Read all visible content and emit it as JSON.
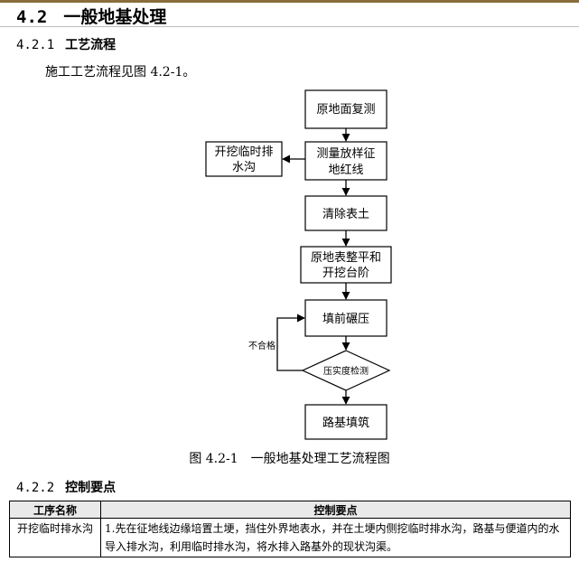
{
  "section": {
    "number": "4.2",
    "title": "一般地基处理"
  },
  "subsection1": {
    "number": "4.2.1",
    "title": "工艺流程"
  },
  "intro_text": "施工工艺流程见图 4.2-1。",
  "flowchart": {
    "steps": [
      "原地面复测",
      "测量放样征地红线",
      "清除表土",
      "原地表整平和开挖台阶",
      "填前碾压",
      "压实度检测",
      "路基填筑"
    ],
    "side_step": "开挖临时排水沟",
    "fail_label": "不合格"
  },
  "figure_caption": "图 4.2-1　一般地基处理工艺流程图",
  "subsection2": {
    "number": "4.2.2",
    "title": "控制要点"
  },
  "table": {
    "headers": [
      "工序名称",
      "控制要点"
    ],
    "rows": [
      {
        "name": "开挖临时排水沟",
        "content": "1.先在征地线边缘培置土埂，挡住外界地表水，并在土埂内侧挖临时排水沟，路基与便道内的水导入排水沟，利用临时排水沟，将水排入路基外的现状沟渠。"
      }
    ]
  }
}
